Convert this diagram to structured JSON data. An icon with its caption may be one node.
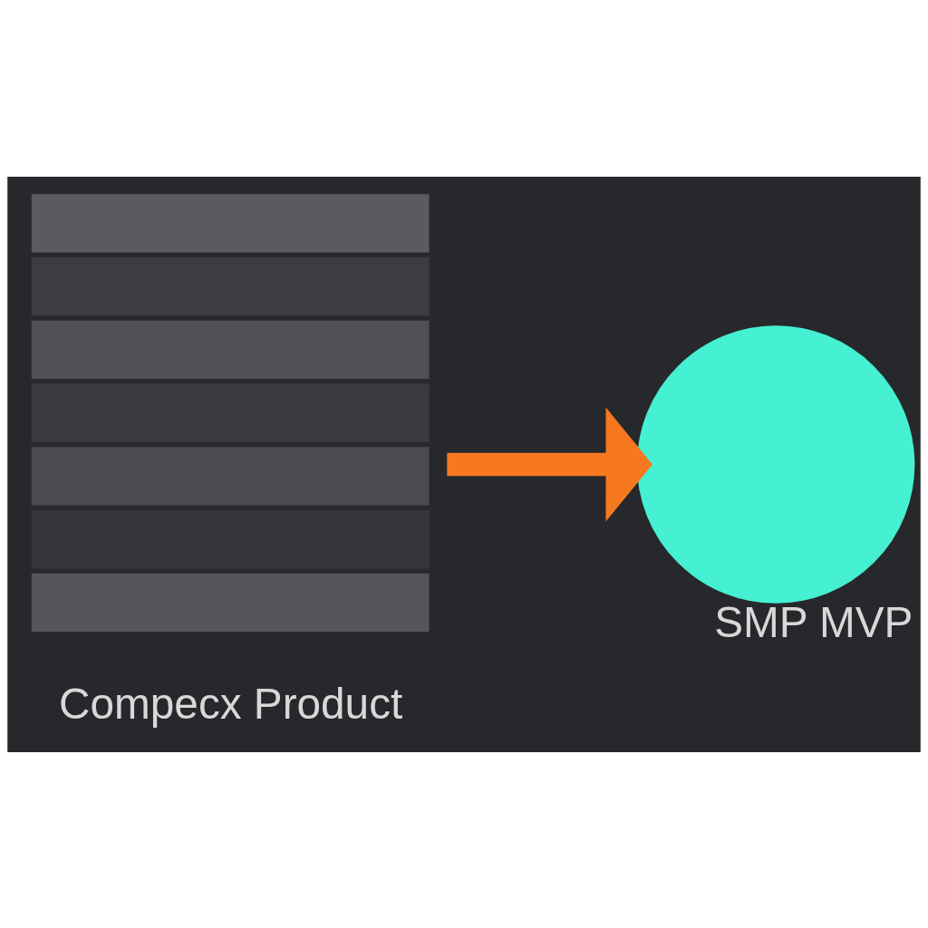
{
  "diagram": {
    "nodes": [
      {
        "text": [],
        "shape": "picture",
        "beside": [
          "Compecx Product"
        ]
      },
      {
        "text": [],
        "shape": "circle",
        "beside": [
          "SMP MVP"
        ]
      }
    ],
    "edges": [
      {
        "from": 0,
        "to": 1,
        "arrow": "to",
        "color": "#f7791f"
      }
    ]
  }
}
